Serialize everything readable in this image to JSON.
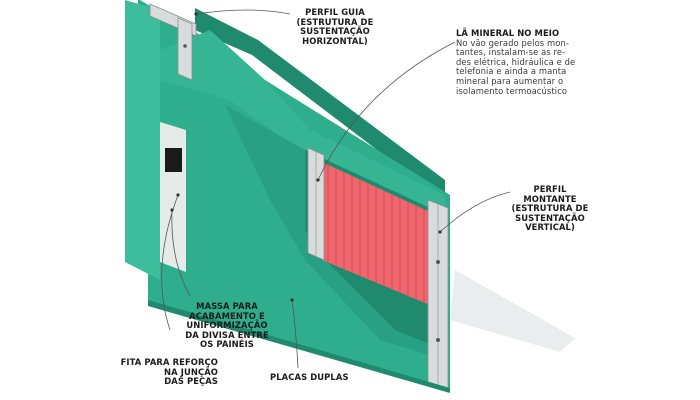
{
  "labels": {
    "perfil_guia": [
      "PERFIL GUIA",
      "(ESTRUTURA DE",
      "SUSTENTAÇÃO",
      "HORIZONTAL)"
    ],
    "la_mineral_title": "LÃ MINERAL NO MEIO",
    "la_mineral_body": [
      "No vão gerado pelos mon-",
      "tantes, instalam-se as re-",
      "des elétrica, hidráulica e de",
      "telefonia e ainda a manta",
      "mineral para aumentar o",
      "isolamento termoacústico"
    ],
    "perfil_montante": [
      "PERFIL",
      "MONTANTE",
      "(ESTRUTURA DE",
      "SUSTENTAÇÃO",
      "VERTICAL)"
    ],
    "massa": [
      "MASSA PARA",
      "ACABAMENTO E",
      "UNIFORMIZAÇÃO",
      "DA DIVISA ENTRE",
      "OS PAINÉIS"
    ],
    "fita": [
      "FITA PARA REFORÇO",
      "NA JUNÇÃO",
      "DAS PEÇAS"
    ],
    "placas": "PLACAS DUPLAS"
  },
  "colors": {
    "board": "#2fae8e",
    "board_dark": "#1f8a6e",
    "board_light": "#3cbd9c",
    "mineral_wool": "#f0666e",
    "steel": "#d9dcdc",
    "compound": "#e6ebea",
    "outlet": "#1a1a1a",
    "shadow": "#e9eded"
  }
}
